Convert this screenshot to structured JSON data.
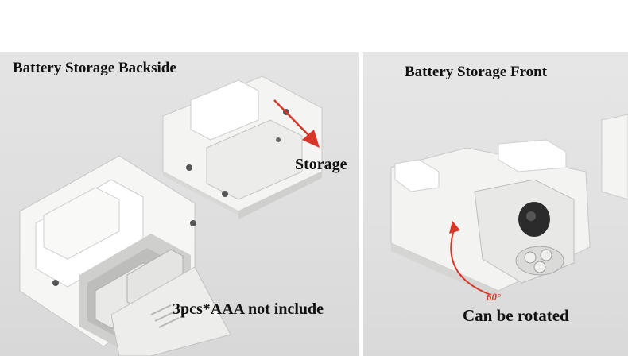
{
  "left_panel": {
    "title": "Battery Storage Backside",
    "storage_label": "Storage",
    "battery_note": "3pcs*AAA not include"
  },
  "right_panel": {
    "title": "Battery Storage Front",
    "angle_label": "60°",
    "rotation_label": "Can be rotated"
  },
  "colors": {
    "arrow_red": "#d9362a",
    "device_white": "#f3f3f1",
    "background_gray": "#dedede"
  }
}
